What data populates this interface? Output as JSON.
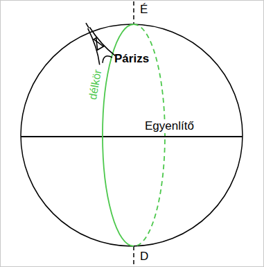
{
  "diagram": {
    "labels": [
      "É",
      "Párizs",
      "délkör",
      "Egyenlítő",
      "D"
    ]
  }
}
